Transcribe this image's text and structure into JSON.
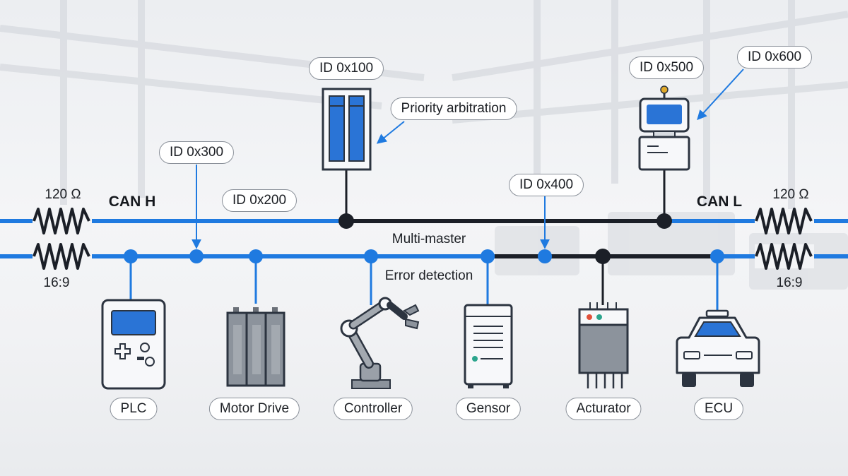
{
  "bus": {
    "can_h_label": "CAN H",
    "can_l_label": "CAN L",
    "colors": {
      "bus_blue": "#1f7ae0",
      "bus_dark": "#1b1f27",
      "icon_blue": "#2a74d6",
      "outline": "#2c3440"
    }
  },
  "terminators": {
    "left": {
      "resistance": "120 Ω",
      "ratio": "16:9"
    },
    "right": {
      "resistance": "120 Ω",
      "ratio": "16:9"
    }
  },
  "annotations": {
    "multi_master": "Multi-master",
    "error_detection": "Error detection",
    "priority_arbitration": "Priority arbitration"
  },
  "message_ids": {
    "id_100": "ID 0x100",
    "id_200": "ID 0x200",
    "id_300": "ID 0x300",
    "id_400": "ID 0x400",
    "id_500": "ID 0x500",
    "id_600": "ID 0x600"
  },
  "nodes": {
    "plc": {
      "label": "PLC",
      "icon": "plc-handheld-icon"
    },
    "motor_drive": {
      "label": "Motor Drive",
      "icon": "motor-drive-icon"
    },
    "controller": {
      "label": "Controller",
      "icon": "robot-arm-icon"
    },
    "sensor": {
      "label": "Gensor",
      "icon": "sensor-tower-icon"
    },
    "actuator": {
      "label": "Acturator",
      "icon": "actuator-module-icon"
    },
    "ecu": {
      "label": "ECU",
      "icon": "car-icon"
    },
    "server": {
      "icon": "server-rack-icon"
    },
    "workstation": {
      "icon": "workstation-icon"
    }
  }
}
